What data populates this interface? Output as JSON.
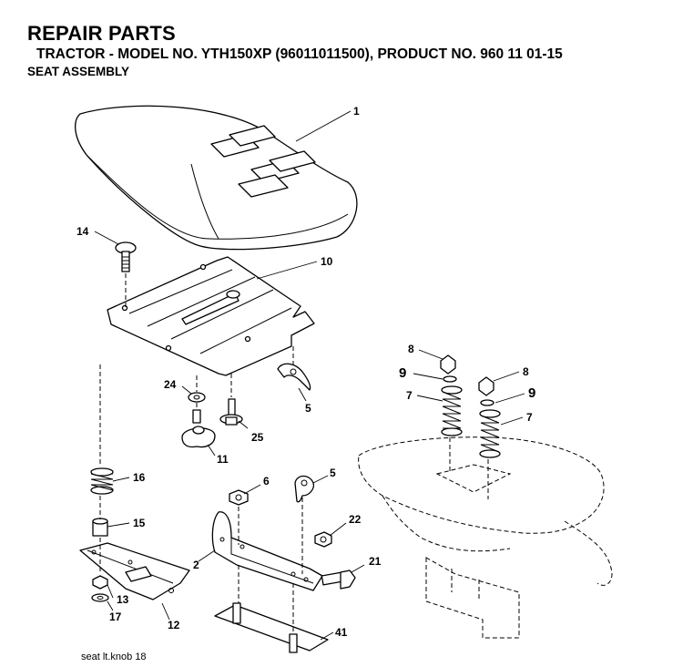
{
  "header": {
    "title": "REPAIR PARTS",
    "subtitle": "TRACTOR - MODEL NO. YTH150XP (96011011500), PRODUCT NO. 960 11 01-15",
    "section": "SEAT ASSEMBLY"
  },
  "callouts": {
    "c1": "1",
    "c14": "14",
    "c10": "10",
    "c24": "24",
    "c5a": "5",
    "c25": "25",
    "c11": "11",
    "c16": "16",
    "c15": "15",
    "c13": "13",
    "c17": "17",
    "c12": "12",
    "c6": "6",
    "c5b": "5",
    "c2": "2",
    "c22": "22",
    "c21": "21",
    "c41": "41",
    "c8a": "8",
    "c9a": "9",
    "c7a": "7",
    "c8b": "8",
    "c9b": "9",
    "c7b": "7"
  },
  "footer": "seat  lt.knob  18"
}
